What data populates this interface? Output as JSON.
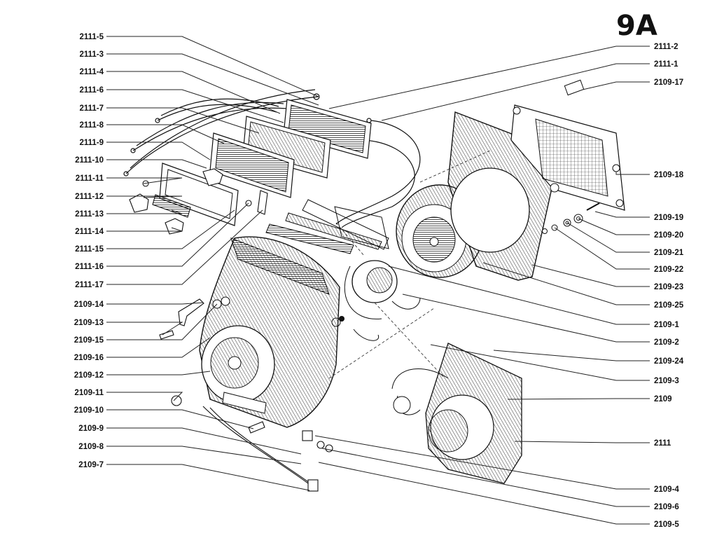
{
  "plate": {
    "id": "9A"
  },
  "callouts_left": [
    "2111-5",
    "2111-3",
    "2111-4",
    "2111-6",
    "2111-7",
    "2111-8",
    "2111-9",
    "2111-10",
    "2111-11",
    "2111-12",
    "2111-13",
    "2111-14",
    "2111-15",
    "2111-16",
    "2111-17",
    "2109-14",
    "2109-13",
    "2109-15",
    "2109-16",
    "2109-12",
    "2109-11",
    "2109-10",
    "2109-9",
    "2109-8",
    "2109-7"
  ],
  "callouts_right": [
    "2111-2",
    "2111-1",
    "2109-17",
    "2109-18",
    "2109-19",
    "2109-20",
    "2109-21",
    "2109-22",
    "2109-23",
    "2109-25",
    "2109-1",
    "2109-2",
    "2109-24",
    "2109-3",
    "2109",
    "2111",
    "2109-4",
    "2109-6",
    "2109-5"
  ]
}
